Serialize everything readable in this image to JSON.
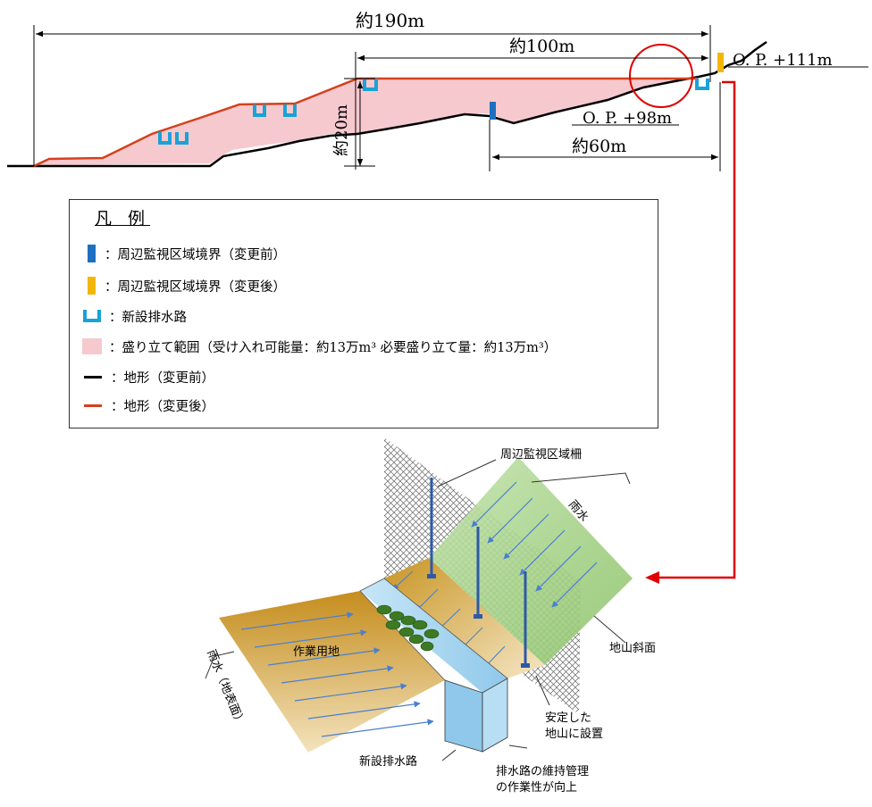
{
  "profile": {
    "dim_total": "約190m",
    "dim_fill_width": "約100m",
    "dim_height": "約20m",
    "dim_monitor_shift": "約60m",
    "level_top": "O. P. +111m",
    "level_bottom": "O. P. +98m"
  },
  "legend": {
    "title": "凡 例",
    "items": [
      {
        "label": "：周辺監視区域境界（変更前）"
      },
      {
        "label": "：周辺監視区域境界（変更後）"
      },
      {
        "label": "：新設排水路"
      },
      {
        "label": "：盛り立て範囲（受け入れ可能量：約13万m³ 必要盛り立て量：約13万m³）"
      },
      {
        "label": "：地形（変更前）"
      },
      {
        "label": "：地形（変更後）"
      }
    ]
  },
  "illustration": {
    "fence_label": "周辺監視区域柵",
    "rain_label": "雨水",
    "slope_label": "地山斜面",
    "work_area_label": "作業用地",
    "rain_surface_label": "雨水（地表面）",
    "stable_ground_label_1": "安定した",
    "stable_ground_label_2": "地山に設置",
    "new_drain_label": "新設排水路",
    "maintenance_label_1": "排水路の維持管理",
    "maintenance_label_2": "の作業性が向上"
  },
  "colors": {
    "fill_pink": "#f6c9cf",
    "terrain_before": "#000000",
    "terrain_after": "#d4411b",
    "boundary_before": "#1f6fc0",
    "boundary_after": "#f2b705",
    "ditch_cyan": "#19a3d6",
    "connector_red": "#e00000",
    "slope_green": "#a9d08e",
    "work_area_brown": "#c58d1d"
  }
}
